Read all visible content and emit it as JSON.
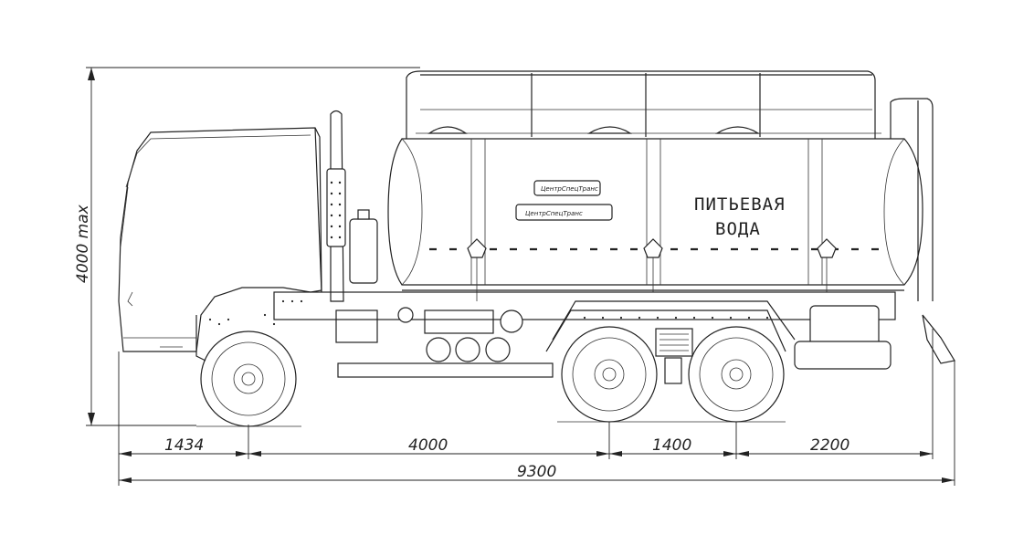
{
  "dimensions": {
    "height_label": "4000 max",
    "front_overhang": "1434",
    "wheelbase_front": "4000",
    "wheelbase_rear": "1400",
    "rear_overhang": "2200",
    "total_length": "9300"
  },
  "tank_label": {
    "line1": "ПИТЬЕВАЯ",
    "line2": "ВОДА"
  },
  "colors": {
    "line": "#222222",
    "background": "#ffffff"
  }
}
